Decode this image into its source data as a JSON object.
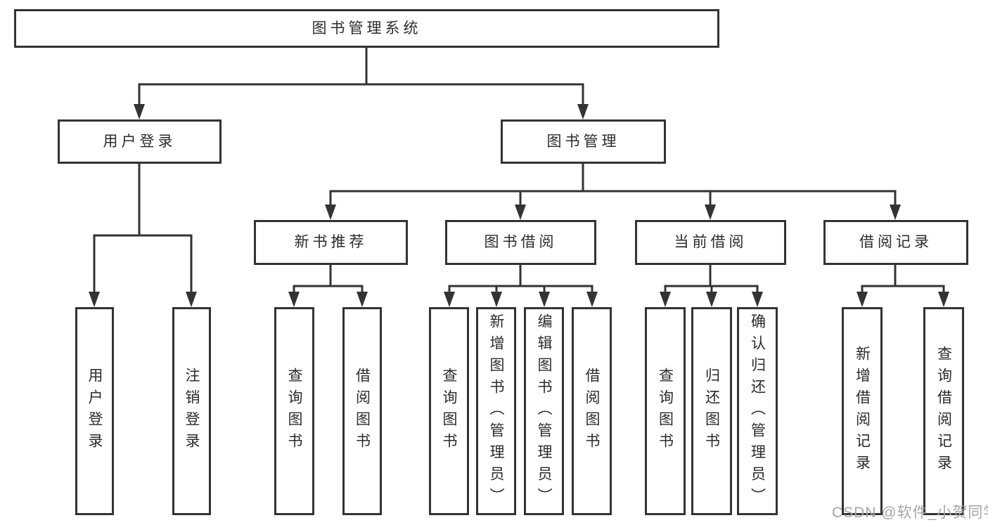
{
  "tree": {
    "root": {
      "label": "图书管理系统",
      "children": [
        {
          "label": "用户登录",
          "children": [
            {
              "label": "用户登录"
            },
            {
              "label": "注销登录"
            }
          ]
        },
        {
          "label": "图书管理",
          "children": [
            {
              "label": "新书推荐",
              "children": [
                {
                  "label": "查询图书"
                },
                {
                  "label": "借阅图书"
                }
              ]
            },
            {
              "label": "图书借阅",
              "children": [
                {
                  "label": "查询图书"
                },
                {
                  "label": "新增图书（管理员）"
                },
                {
                  "label": "编辑图书（管理员）"
                },
                {
                  "label": "借阅图书"
                }
              ]
            },
            {
              "label": "当前借阅",
              "children": [
                {
                  "label": "查询图书"
                },
                {
                  "label": "归还图书"
                },
                {
                  "label": "确认归还（管理员）"
                }
              ]
            },
            {
              "label": "借阅记录",
              "children": [
                {
                  "label": "新增借阅记录"
                },
                {
                  "label": "查询借阅记录"
                }
              ]
            }
          ]
        }
      ]
    }
  },
  "watermark": {
    "text": "CSDN @软件_小贺同学"
  },
  "colors": {
    "line": "#333333",
    "box_border": "#333333",
    "text": "#2b2b2b",
    "watermark": "#a6a6a6",
    "background": "#ffffff"
  }
}
